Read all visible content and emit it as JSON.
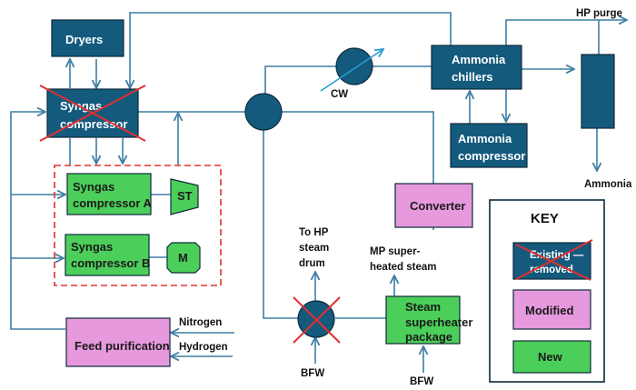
{
  "diagram": {
    "colors": {
      "existing": "#145a7d",
      "modified": "#e699dd",
      "new": "#4ccf5a",
      "line": "#3e7fa3",
      "cross": "#e03030",
      "border": "#0d2a3a",
      "dashed_group": "#e03030"
    },
    "nodes": {
      "dryers": {
        "label": [
          "Dryers"
        ]
      },
      "syngas_compressor": {
        "label": [
          "Syngas",
          "compressor"
        ],
        "status": "removed"
      },
      "syngas_compressor_a": {
        "label": [
          "Syngas",
          "compressor A"
        ],
        "status": "new"
      },
      "steam_turbine": {
        "label": [
          "ST"
        ],
        "status": "new"
      },
      "syngas_compressor_b": {
        "label": [
          "Syngas",
          "compressor B"
        ],
        "status": "new"
      },
      "motor": {
        "label": [
          "M"
        ],
        "status": "new"
      },
      "feed_purification": {
        "label": [
          "Feed purification"
        ],
        "status": "modified"
      },
      "ammonia_chillers": {
        "label": [
          "Ammonia",
          "chillers"
        ],
        "status": "existing"
      },
      "ammonia_compressor": {
        "label": [
          "Ammonia",
          "compressor"
        ],
        "status": "existing"
      },
      "converter": {
        "label": [
          "Converter"
        ],
        "status": "modified"
      },
      "steam_superheater": {
        "label": [
          "Steam",
          "superheater",
          "package"
        ],
        "status": "new"
      },
      "hp_steam_exchanger": {
        "status": "removed"
      }
    },
    "streams": {
      "nitrogen": "Nitrogen",
      "hydrogen": "Hydrogen",
      "cw": "CW",
      "hp_purge": "HP purge",
      "ammonia": "Ammonia",
      "to_hp_steam_drum": [
        "To HP",
        "steam",
        "drum"
      ],
      "mp_superheated_steam": [
        "MP super-",
        "heated steam"
      ],
      "bfw_exchanger": "BFW",
      "bfw_superheater": "BFW"
    },
    "key": {
      "title": "KEY",
      "items": [
        {
          "label": [
            "Existing —",
            "removed"
          ],
          "type": "removed"
        },
        {
          "label": [
            "Modified"
          ],
          "type": "modified"
        },
        {
          "label": [
            "New"
          ],
          "type": "new"
        }
      ]
    }
  }
}
